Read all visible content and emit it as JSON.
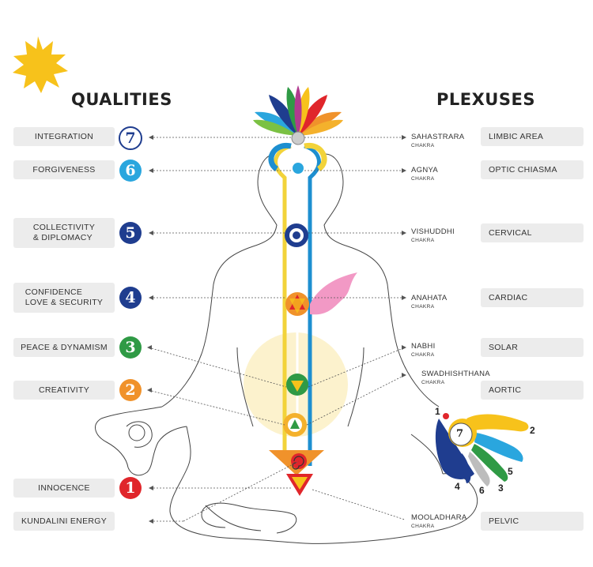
{
  "headers": {
    "qualities": "QUALITIES",
    "plexuses": "PLEXUSES"
  },
  "rows": [
    {
      "id": "7",
      "quality": "INTEGRATION",
      "chakra": "SAHASTRARA",
      "chakra_sub": "CHAKRA",
      "plexus": "LIMBIC AREA",
      "color": "#ffffff"
    },
    {
      "id": "6",
      "quality": "FORGIVENESS",
      "chakra": "AGNYA",
      "chakra_sub": "CHAKRA",
      "plexus": "OPTIC CHIASMA",
      "color": "#2aa6de"
    },
    {
      "id": "5",
      "quality_line1": "COLLECTIVITY",
      "quality_line2": "& DIPLOMACY",
      "chakra": "VISHUDDHI",
      "chakra_sub": "CHAKRA",
      "plexus": "CERVICAL",
      "color": "#1f3d8f"
    },
    {
      "id": "4",
      "quality_line1": "CONFIDENCE",
      "quality_line2": "LOVE & SECURITY",
      "chakra": "ANAHATA",
      "chakra_sub": "CHAKRA",
      "plexus": "CARDIAC",
      "color": "#1f3d8f"
    },
    {
      "id": "3",
      "quality": "PEACE & DYNAMISM",
      "chakra": "NABHI",
      "chakra_sub": "CHAKRA",
      "plexus": "SOLAR",
      "color": "#2f9a45"
    },
    {
      "id": "2",
      "quality": "CREATIVITY",
      "chakra": "SWADHISHTHANA",
      "chakra_sub": "CHAKRA",
      "plexus": "AORTIC",
      "color": "#f0922b"
    },
    {
      "id": "1",
      "quality": "INNOCENCE",
      "color": "#e0262b"
    },
    {
      "quality": "KUNDALINI ENERGY",
      "chakra": "MOOLADHARA",
      "chakra_sub": "CHAKRA",
      "plexus": "PELVIC"
    }
  ],
  "hand_numbers": [
    "1",
    "2",
    "3",
    "4",
    "5",
    "6",
    "7"
  ],
  "icons": {
    "sun": "sun-icon",
    "moon": "crescent-moon-icon",
    "lotus": "lotus-icon"
  },
  "colors": {
    "sun": "#f7c21b",
    "moon": "#8fd3dc",
    "left_channel": "#f2d33a",
    "right_channel": "#1d8fd0",
    "center_channel": "#ffffff",
    "outline": "#444444"
  }
}
